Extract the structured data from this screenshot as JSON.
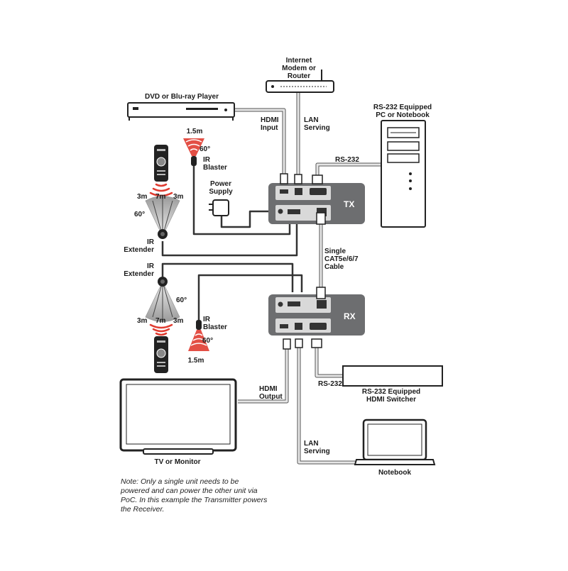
{
  "devices": {
    "router": "Internet\nModem or\nRouter",
    "player": "DVD or Blu-ray Player",
    "pc": "RS-232 Equipped\nPC or Notebook",
    "tx": "TX",
    "rx": "RX",
    "tv": "TV or Monitor",
    "switcher": "RS-232 Equipped\nHDMI Switcher",
    "notebook": "Notebook"
  },
  "connections": {
    "hdmi_input": "HDMI\nInput",
    "lan_serving_top": "LAN\nServing",
    "rs232_top": "RS-232",
    "power_supply": "Power\nSupply",
    "cable": "Single\nCAT5e/6/7\nCable",
    "rs232_bottom": "RS-232",
    "hdmi_output": "HDMI\nOutput",
    "lan_serving_bottom": "LAN\nServing"
  },
  "ir": {
    "blaster_top": "IR\nBlaster",
    "blaster_bottom": "IR\nBlaster",
    "extender_top": "IR\nExtender",
    "extender_bottom": "IR\nExtender",
    "blaster_distance_top": "1.5m",
    "blaster_distance_bottom": "1.5m",
    "blaster_angle_top": "60°",
    "blaster_angle_bottom": "60°",
    "extender_angle_top": "60°",
    "extender_angle_bottom": "60°",
    "range_left_top": "3m",
    "range_center_top": "7m",
    "range_right_top": "3m",
    "range_left_bottom": "3m",
    "range_center_bottom": "7m",
    "range_right_bottom": "3m"
  },
  "note": "Note: Only a single unit needs to be\npowered and can power the other unit via\nPoC. In this example the Transmitter powers\nthe Receiver.",
  "colors": {
    "unit": "#6d6e70",
    "panel": "#d9d9d9",
    "cable": "#9b9b9b",
    "ir_red": "#e03c31"
  }
}
